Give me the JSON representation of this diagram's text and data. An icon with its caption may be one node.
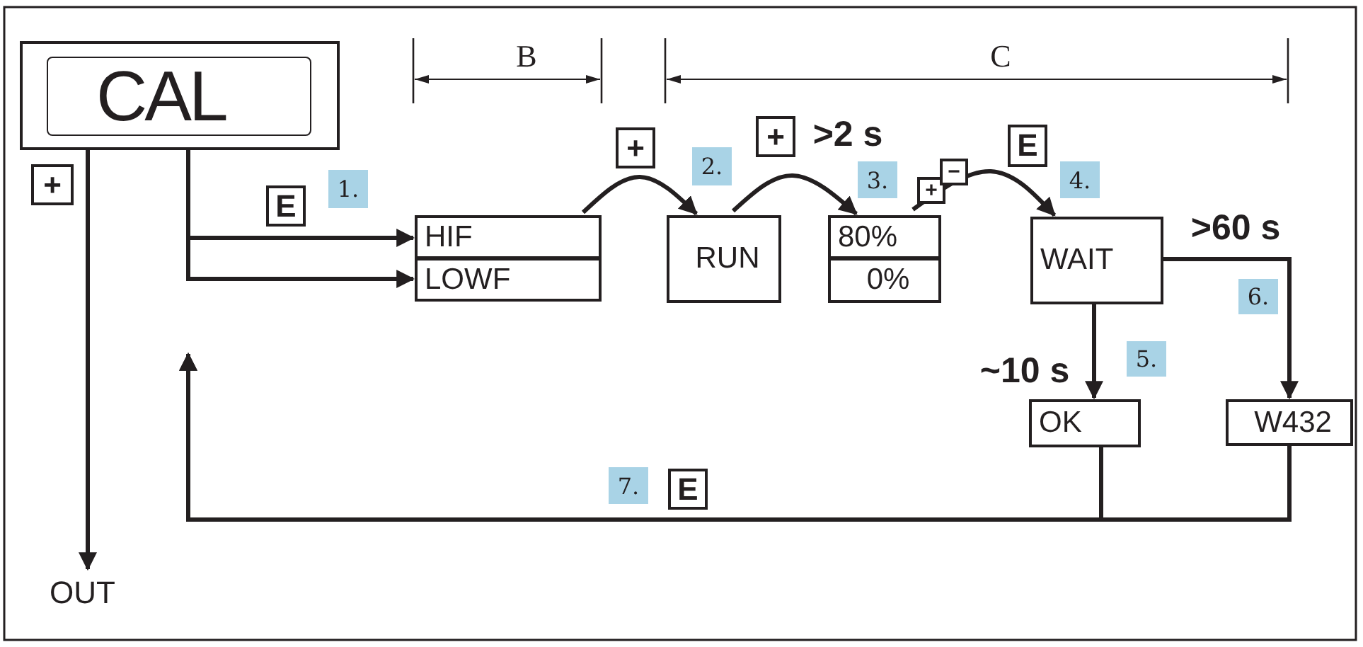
{
  "diagram": {
    "nodes": [
      {
        "text": [
          "CAL"
        ]
      },
      {
        "text": [
          "HIF"
        ]
      },
      {
        "text": [
          "LOWF"
        ]
      },
      {
        "text": [
          "RUN"
        ]
      },
      {
        "text": [
          "80%"
        ]
      },
      {
        "text": [
          "0%"
        ]
      },
      {
        "text": [
          "WAIT"
        ]
      },
      {
        "text": [
          "OK"
        ]
      },
      {
        "text": [
          "W432"
        ]
      },
      {
        "text": [
          "OUT"
        ]
      }
    ],
    "edges": [
      {
        "from": 0,
        "to": 9,
        "arrow": "to"
      },
      {
        "from": 0,
        "to": 1,
        "arrow": "to"
      },
      {
        "from": 0,
        "to": 2,
        "arrow": "to"
      },
      {
        "from": 1,
        "to": 3,
        "arrow": "to"
      },
      {
        "from": 3,
        "to": 4,
        "arrow": "to"
      },
      {
        "from": 4,
        "to": 6,
        "arrow": "to"
      },
      {
        "from": 6,
        "to": 7,
        "arrow": "to"
      },
      {
        "from": 6,
        "to": 8,
        "arrow": "to"
      },
      {
        "from": 7,
        "to": null,
        "arrow": "to"
      },
      {
        "from": 8,
        "to": null,
        "arrow": "to"
      }
    ],
    "labels": [
      "B",
      "C",
      "+",
      "E",
      "1.",
      "+",
      "2.",
      "+",
      ">2 s",
      "3.",
      "+",
      "−",
      "E",
      "4.",
      ">60 s",
      "6.",
      "~10 s",
      "5.",
      "7.",
      "E"
    ]
  }
}
